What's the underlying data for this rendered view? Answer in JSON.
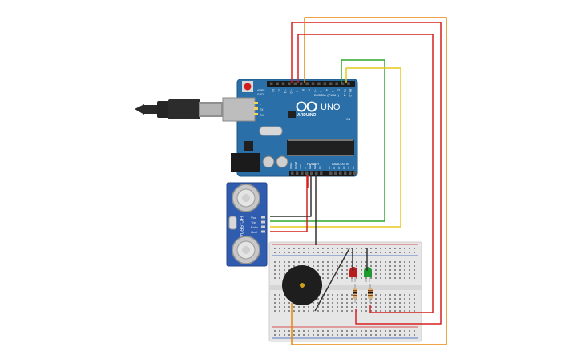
{
  "arduino": {
    "brand": "ARDUINO",
    "model": "UNO",
    "digital_header": "DIGITAL (PWM~)",
    "power_header": "POWER",
    "analog_header": "ANALOG IN",
    "aref": "AREF",
    "gnd": "GND",
    "tx": "TX",
    "rx": "RX",
    "pin_l": "L",
    "on_label": "ON",
    "power_pins": [
      "IOREF",
      "RESET",
      "3.3V",
      "5V",
      "GND",
      "GND",
      "Vin"
    ],
    "analog_pins": [
      "A0",
      "A1",
      "A2",
      "A3",
      "A4",
      "A5"
    ],
    "digital_pins": [
      "13",
      "12",
      "~11",
      "~10",
      "~9",
      "8",
      "7",
      "~6",
      "~5",
      "4",
      "~3",
      "2",
      "TX→1",
      "RX←0"
    ]
  },
  "sensor": {
    "model": "HC-SR04",
    "pins": [
      "Vcc",
      "Trig",
      "Echo",
      "Gnd"
    ]
  },
  "colors": {
    "board": "#2b6fa8",
    "board_dark": "#1d5487",
    "sensor_board": "#2f5cae",
    "breadboard": "#e6e6e6",
    "wire_red": "#d62020",
    "wire_orange": "#e8850c",
    "wire_green": "#2ea82e",
    "wire_yellow": "#e6c81a",
    "wire_black": "#333333",
    "led_red": "#b81c1c",
    "led_green": "#1f9a2f"
  },
  "icons": {
    "usb": "usb-cable-icon",
    "buzzer": "piezo-buzzer-icon",
    "led_red": "red-led-icon",
    "led_green": "green-led-icon",
    "resistor": "resistor-icon",
    "reset": "reset-button-icon"
  }
}
